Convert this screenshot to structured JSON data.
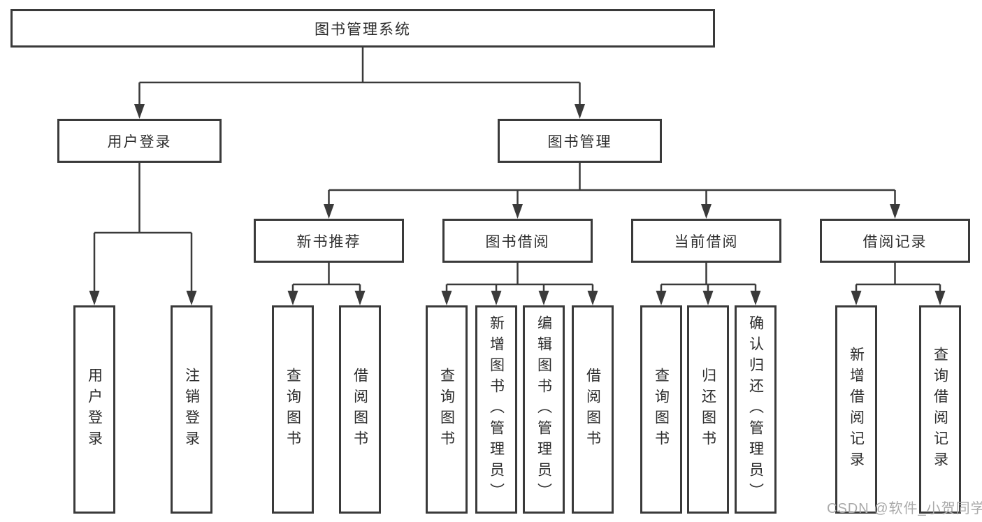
{
  "page": {
    "background_color": "#ffffff",
    "box_border_color": "#3a3a3a",
    "connector_color": "#3a3a3a",
    "text_color": "#2d2d2d",
    "watermark_color": "#aaaaaa"
  },
  "tree": {
    "label": "图书管理系统",
    "children": [
      {
        "label": "用户登录",
        "children": [
          {
            "label": "用户登录"
          },
          {
            "label": "注销登录"
          }
        ]
      },
      {
        "label": "图书管理",
        "children": [
          {
            "label": "新书推荐",
            "children": [
              {
                "label": "查询图书"
              },
              {
                "label": "借阅图书"
              }
            ]
          },
          {
            "label": "图书借阅",
            "children": [
              {
                "label": "查询图书"
              },
              {
                "label": "新增图书（管理员）"
              },
              {
                "label": "编辑图书（管理员）"
              },
              {
                "label": "借阅图书"
              }
            ]
          },
          {
            "label": "当前借阅",
            "children": [
              {
                "label": "查询图书"
              },
              {
                "label": "归还图书"
              },
              {
                "label": "确认归还（管理员）"
              }
            ]
          },
          {
            "label": "借阅记录",
            "children": [
              {
                "label": "新增借阅记录"
              },
              {
                "label": "查询借阅记录"
              }
            ]
          }
        ]
      }
    ]
  },
  "watermark": "CSDN @软件_小贺同学"
}
